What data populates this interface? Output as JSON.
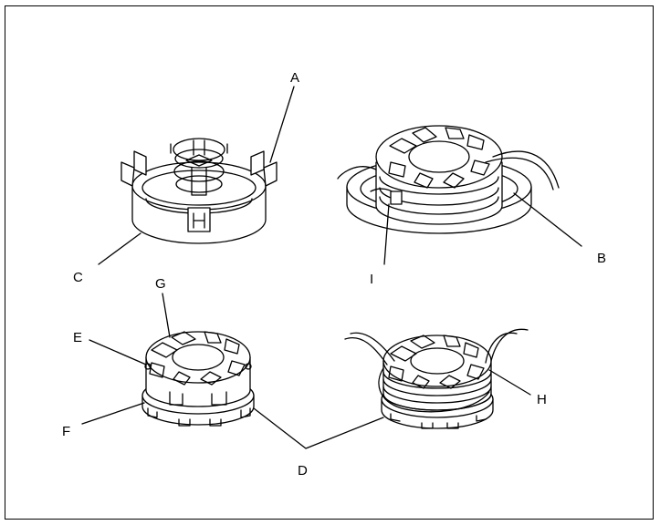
{
  "diagram": {
    "labels": {
      "A": "A",
      "B": "B",
      "C": "C",
      "D": "D",
      "E": "E",
      "F": "F",
      "G": "G",
      "H": "H",
      "I": "I"
    },
    "line_color": "#000000",
    "background": "#ffffff"
  }
}
